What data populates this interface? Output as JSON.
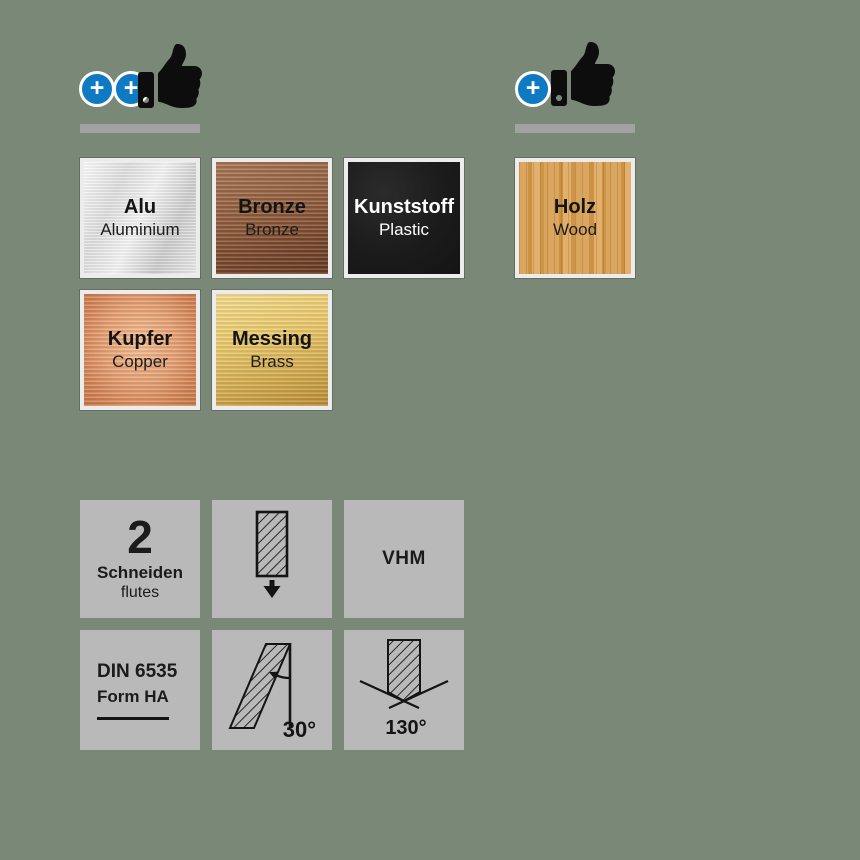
{
  "colors": {
    "background": "#7a8877",
    "plus_blue": "#0f7ac4",
    "spec_box_gray": "#b9b9b9",
    "bar_gray": "#a2a2a2"
  },
  "ratings": {
    "plus_symbol": "+",
    "left_plus_count": 2,
    "right_plus_count": 1
  },
  "materials": [
    {
      "title": "Alu",
      "subtitle": "Aluminium",
      "texture": "brushed-aluminium"
    },
    {
      "title": "Bronze",
      "subtitle": "Bronze",
      "texture": "bronze"
    },
    {
      "title": "Kunststoff",
      "subtitle": "Plastic",
      "texture": "black-plastic"
    },
    {
      "title": "Holz",
      "subtitle": "Wood",
      "texture": "wood"
    },
    {
      "title": "Kupfer",
      "subtitle": "Copper",
      "texture": "copper"
    },
    {
      "title": "Messing",
      "subtitle": "Brass",
      "texture": "brass"
    }
  ],
  "specs": {
    "flutes_number": "2",
    "flutes_label": "Schneiden",
    "flutes_sublabel": "flutes",
    "material_code": "VHM",
    "din_standard": "DIN 6535",
    "din_form": "Form HA",
    "helix_angle": "30°",
    "point_angle": "130°"
  },
  "icons": {
    "plus": "plus-icon",
    "thumbs_up": "thumbs-up-icon",
    "drill_through": "drill-bit-down-arrow-icon",
    "helix": "helix-angle-icon",
    "point": "point-angle-icon"
  }
}
